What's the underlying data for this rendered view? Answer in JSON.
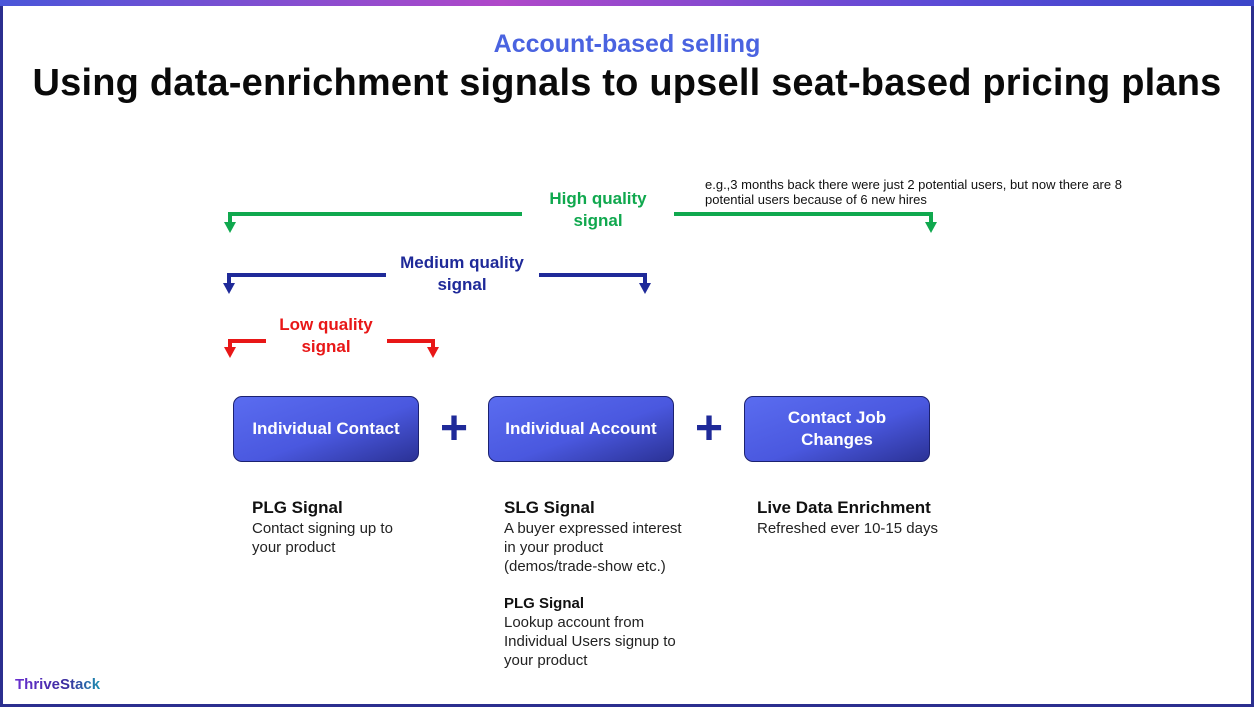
{
  "header": {
    "subtitle": "Account-based selling",
    "title": "Using data-enrichment signals to upsell seat-based pricing plans"
  },
  "signals": {
    "high": "High quality signal",
    "medium": "Medium quality signal",
    "low": "Low quality signal",
    "example": "e.g.,3 months back there were just 2 potential users, but now there are 8 potential users because of 6 new hires"
  },
  "colors": {
    "high": "#10a84e",
    "medium": "#1f2a99",
    "low": "#e81717",
    "box": "#4a58df"
  },
  "boxes": [
    {
      "label": "Individual Contact"
    },
    {
      "label": "Individual Account"
    },
    {
      "label": "Contact Job Changes"
    }
  ],
  "plus": "+",
  "descriptions": {
    "contact": {
      "heading": "PLG Signal",
      "body": "Contact signing up to your product"
    },
    "account_slg": {
      "heading": "SLG Signal",
      "body": "A buyer expressed interest in your product (demos/trade-show etc.)"
    },
    "account_plg": {
      "heading": "PLG Signal",
      "body": "Lookup account from Individual Users signup to your product"
    },
    "job_changes": {
      "heading": "Live Data Enrichment",
      "body": "Refreshed ever 10-15 days"
    }
  },
  "logo": "ThriveStack"
}
